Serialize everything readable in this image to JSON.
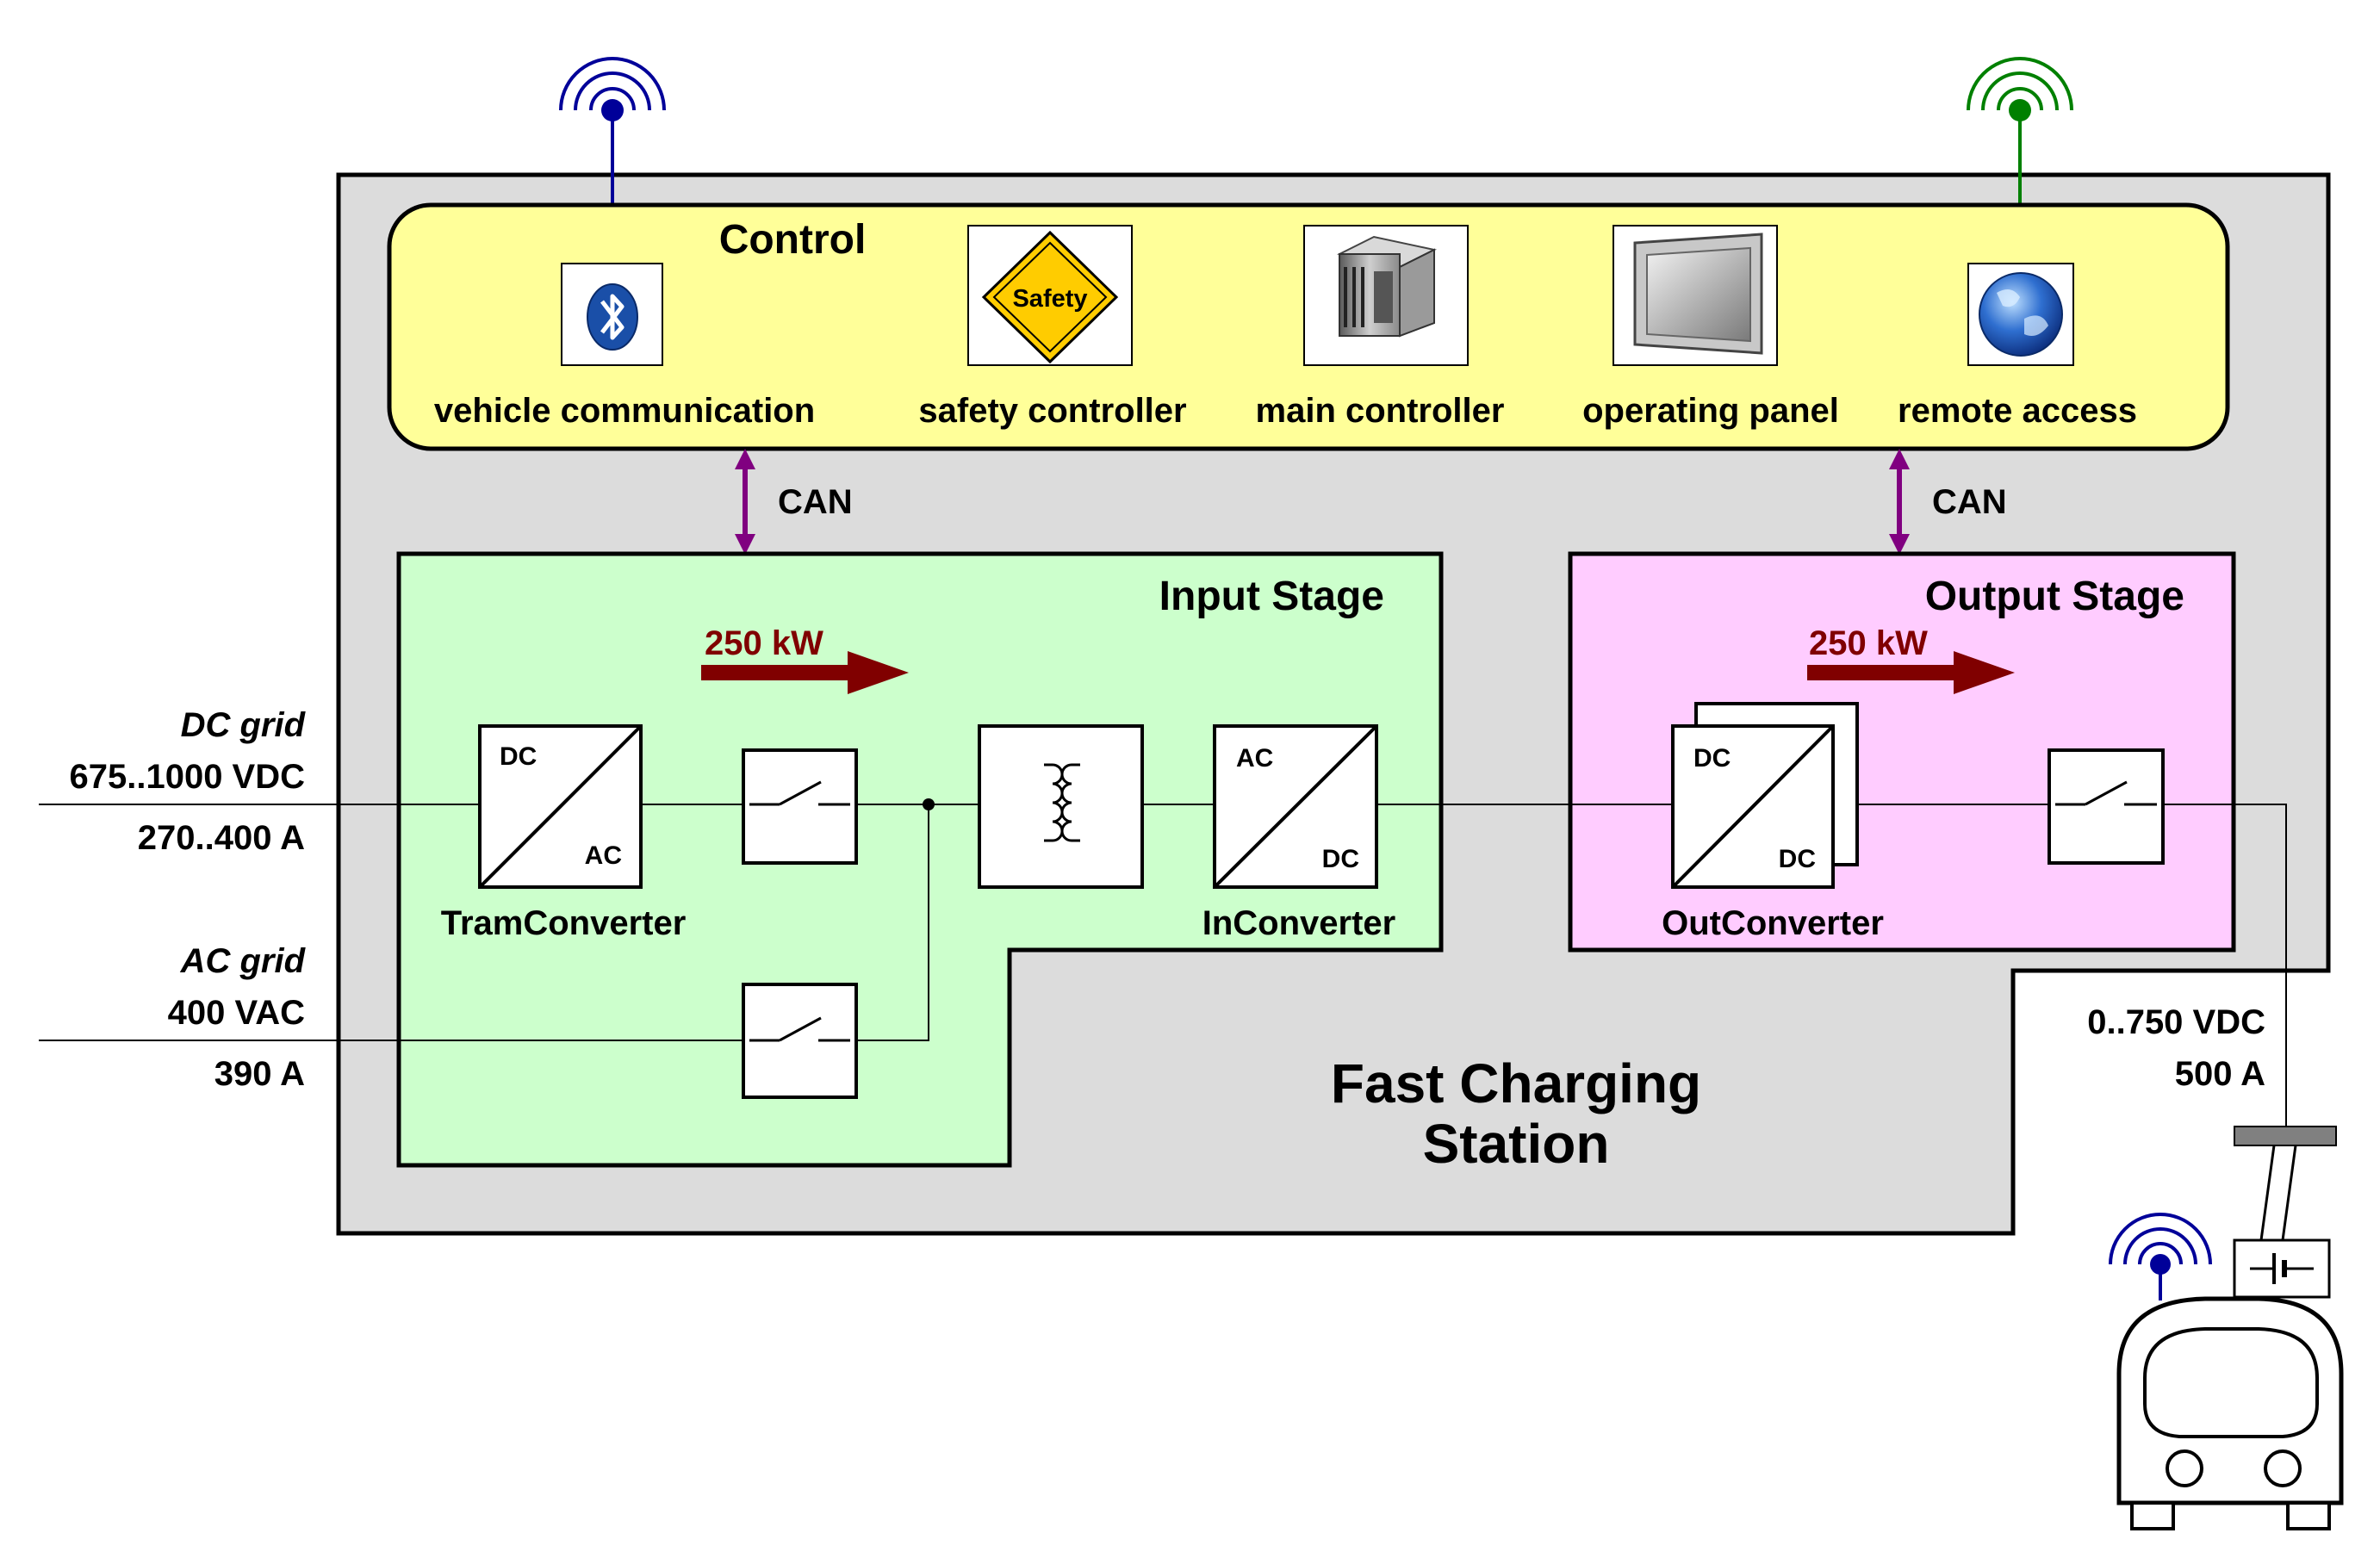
{
  "station": {
    "title_line1": "Fast Charging",
    "title_line2": "Station"
  },
  "control": {
    "title": "Control",
    "items": [
      {
        "label": "vehicle communication",
        "icon": "bluetooth-icon"
      },
      {
        "label": "safety controller",
        "icon": "safety-sign-icon",
        "icon_text": "Safety"
      },
      {
        "label": "main controller",
        "icon": "controller-device-icon"
      },
      {
        "label": "operating panel",
        "icon": "display-panel-icon"
      },
      {
        "label": "remote access",
        "icon": "globe-icon"
      }
    ]
  },
  "bus": {
    "left_label": "CAN",
    "right_label": "CAN"
  },
  "input_stage": {
    "title": "Input Stage",
    "power": "250 kW",
    "tram_converter": {
      "label": "TramConverter",
      "top": "DC",
      "bottom": "AC"
    },
    "in_converter": {
      "label": "InConverter",
      "top": "AC",
      "bottom": "DC"
    }
  },
  "output_stage": {
    "title": "Output Stage",
    "power": "250 kW",
    "out_converter": {
      "label": "OutConverter",
      "top": "DC",
      "bottom": "DC"
    }
  },
  "dc_grid": {
    "name": "DC grid",
    "voltage": "675..1000 VDC",
    "current": "270..400 A"
  },
  "ac_grid": {
    "name": "AC grid",
    "voltage": "400 VAC",
    "current": "390 A"
  },
  "output": {
    "voltage": "0..750 VDC",
    "current": "500 A"
  },
  "colors": {
    "station_bg": "#dcdcdc",
    "control_bg": "#ffff99",
    "input_bg": "#ccffcc",
    "output_bg": "#ffccff",
    "can_arrow": "#800080",
    "power_arrow": "#800000",
    "wireless_blue": "#000099",
    "wireless_green": "#008000"
  }
}
